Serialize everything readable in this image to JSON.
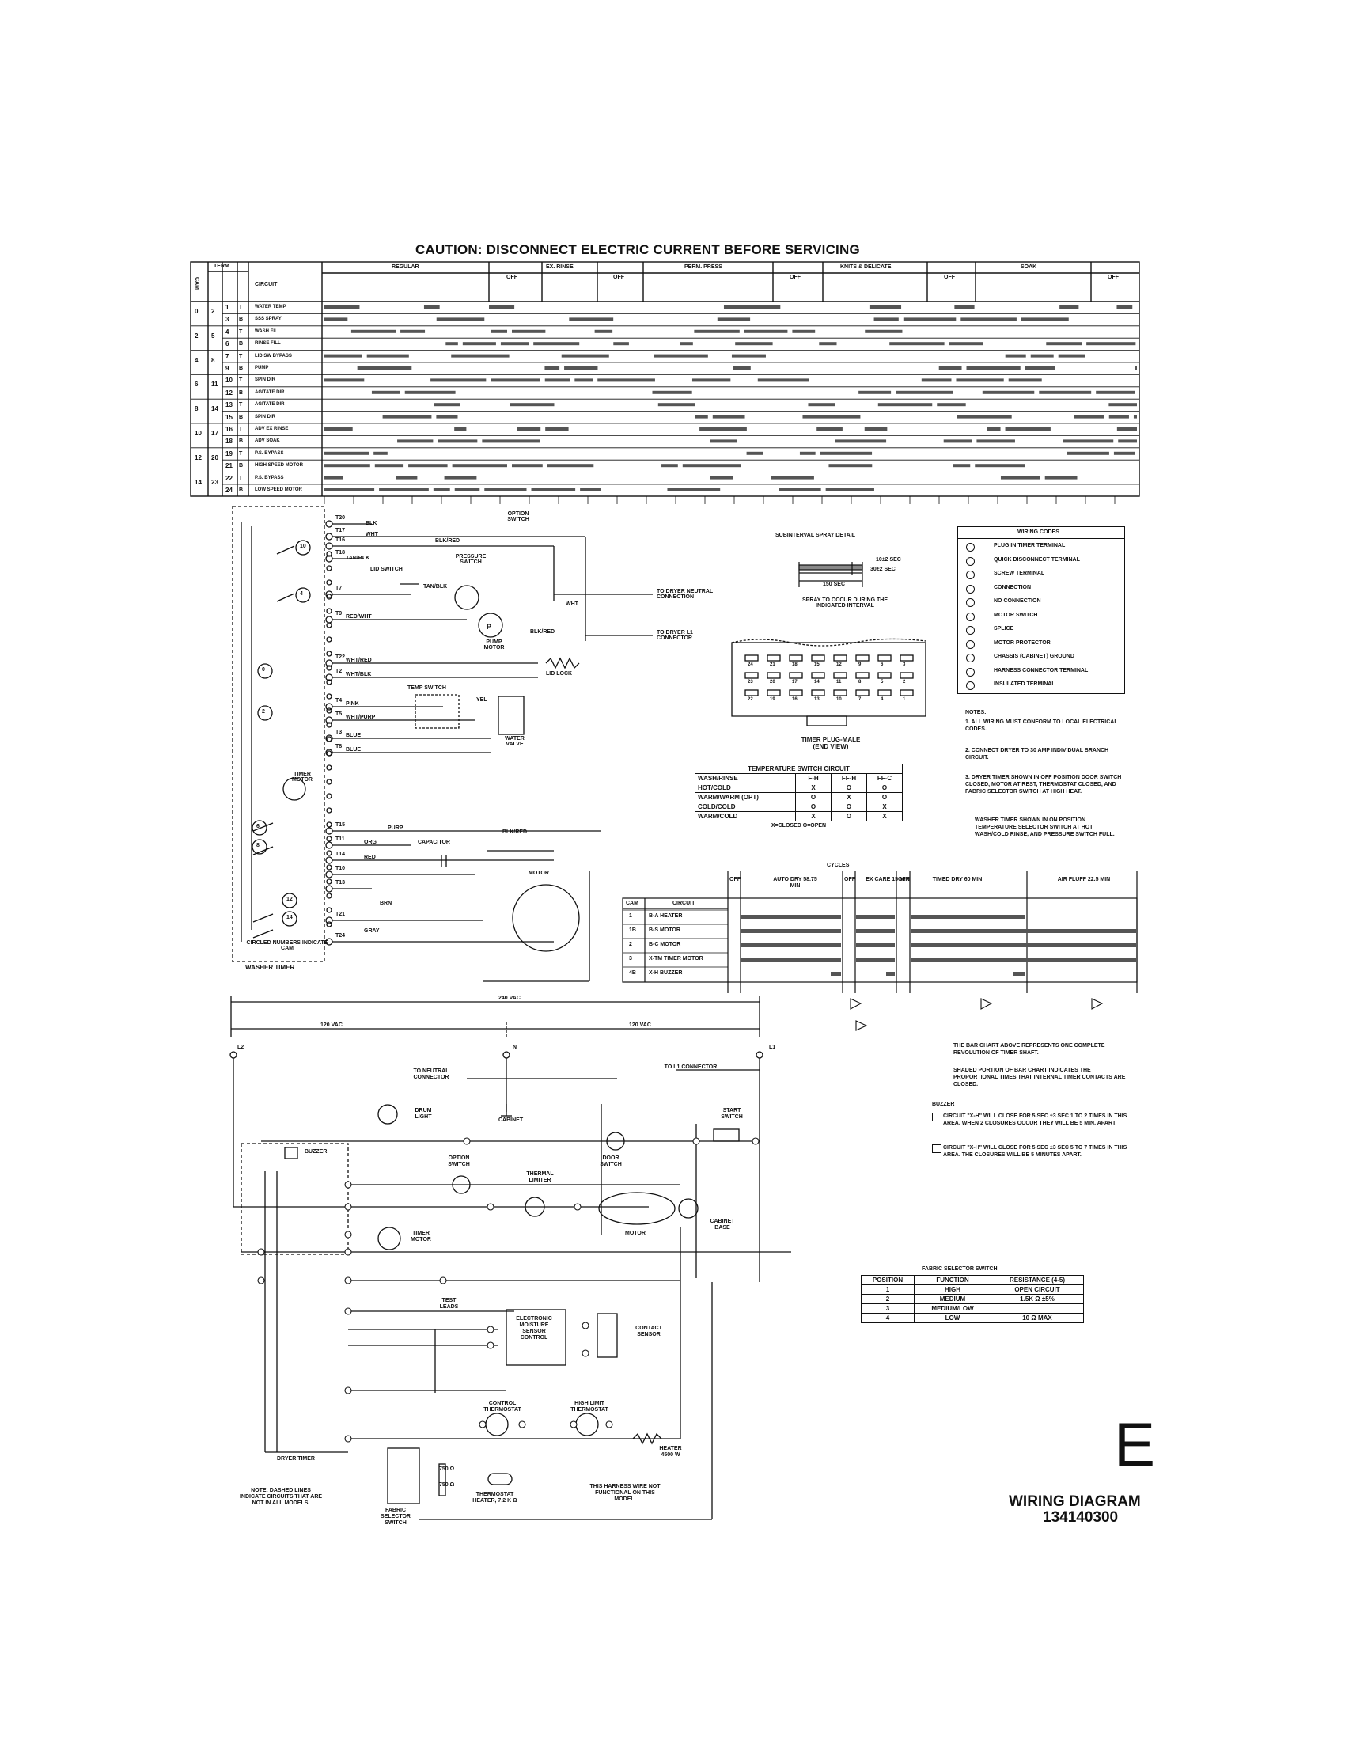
{
  "caution": "CAUTION: DISCONNECT ELECTRIC CURRENT BEFORE SERVICING",
  "washer_chart": {
    "header_term": "TERM",
    "header_cam": "CAM",
    "header_circuit": "CIRCUIT",
    "cycles": [
      "REGULAR",
      "OFF",
      "EX. RINSE",
      "OFF",
      "PERM. PRESS",
      "OFF",
      "KNITS & DELICATE",
      "OFF",
      "SOAK",
      "OFF"
    ],
    "rows": [
      {
        "cam": "0",
        "a": "2",
        "term": "1",
        "c": "T",
        "circuit": "WATER TEMP"
      },
      {
        "cam": "",
        "a": "",
        "term": "3",
        "c": "B",
        "circuit": "SSS SPRAY"
      },
      {
        "cam": "2",
        "a": "5",
        "term": "4",
        "c": "T",
        "circuit": "WASH FILL"
      },
      {
        "cam": "",
        "a": "",
        "term": "6",
        "c": "B",
        "circuit": "RINSE FILL"
      },
      {
        "cam": "4",
        "a": "8",
        "term": "7",
        "c": "T",
        "circuit": "LID SW BYPASS"
      },
      {
        "cam": "",
        "a": "",
        "term": "9",
        "c": "B",
        "circuit": "PUMP"
      },
      {
        "cam": "6",
        "a": "11",
        "term": "10",
        "c": "T",
        "circuit": "SPIN DIR"
      },
      {
        "cam": "",
        "a": "",
        "term": "12",
        "c": "B",
        "circuit": "AGITATE DIR"
      },
      {
        "cam": "8",
        "a": "14",
        "term": "13",
        "c": "T",
        "circuit": "AGITATE DIR"
      },
      {
        "cam": "",
        "a": "",
        "term": "15",
        "c": "B",
        "circuit": "SPIN DIR"
      },
      {
        "cam": "10",
        "a": "17",
        "term": "16",
        "c": "T",
        "circuit": "ADV EX RINSE"
      },
      {
        "cam": "",
        "a": "",
        "term": "18",
        "c": "B",
        "circuit": "ADV SOAK"
      },
      {
        "cam": "12",
        "a": "20",
        "term": "19",
        "c": "T",
        "circuit": "P.S. BYPASS"
      },
      {
        "cam": "",
        "a": "",
        "term": "21",
        "c": "B",
        "circuit": "HIGH SPEED MOTOR"
      },
      {
        "cam": "14",
        "a": "23",
        "term": "22",
        "c": "T",
        "circuit": "P.S. BYPASS"
      },
      {
        "cam": "",
        "a": "",
        "term": "24",
        "c": "B",
        "circuit": "LOW SPEED MOTOR"
      }
    ]
  },
  "washer_labels": {
    "terminals": [
      "T20",
      "T17",
      "T16",
      "T18",
      "T7",
      "T9",
      "T22",
      "T2",
      "T4",
      "T5",
      "T3",
      "T8",
      "T15",
      "T11",
      "T14",
      "T10",
      "T13",
      "T21",
      "T24"
    ],
    "cams": [
      "10",
      "4",
      "0",
      "2",
      "6",
      "8",
      "12",
      "14"
    ],
    "timer_motor": "TIMER MOTOR",
    "circled_note": "CIRCLED NUMBERS INDICATE CAM",
    "washer_timer": "WASHER TIMER",
    "option_switch": "OPTION SWITCH",
    "pressure_switch": "PRESSURE SWITCH",
    "lid_switch": "LID SWITCH",
    "pump_motor": "PUMP MOTOR",
    "lid_lock": "LID LOCK",
    "temp_switch": "TEMP SWITCH",
    "water_valve": "WATER VALVE",
    "capacitor": "CAPACITOR",
    "motor": "MOTOR",
    "to_neutral": "TO DRYER NEUTRAL CONNECTION",
    "to_l1": "TO DRYER L1 CONNECTOR",
    "wires": [
      "BLK",
      "WHT",
      "TAN/BLK",
      "TAN/BLK",
      "RED/WHT",
      "WHT/RED",
      "WHT/BLK",
      "PINK",
      "WHT/PURP",
      "BLUE",
      "BLUE",
      "PURP",
      "ORG",
      "RED",
      "BRN",
      "GRAY",
      "BLK/RED",
      "BLK/RED",
      "BLK/RED",
      "WHT",
      "YEL"
    ]
  },
  "spray_detail": {
    "title": "SUBINTERVAL SPRAY DETAIL",
    "t1": "10±2 SEC",
    "t2": "30±2 SEC",
    "t3": "150 SEC",
    "note": "SPRAY TO OCCUR DURING THE INDICATED INTERVAL"
  },
  "timer_plug": {
    "label": "TIMER PLUG-MALE (END VIEW)",
    "top_row": [
      "24",
      "21",
      "18",
      "15",
      "12",
      "9",
      "6",
      "3"
    ],
    "mid_row": [
      "23",
      "20",
      "17",
      "14",
      "11",
      "8",
      "5",
      "2"
    ],
    "bot_row": [
      "22",
      "19",
      "16",
      "13",
      "10",
      "7",
      "4",
      "1"
    ]
  },
  "wiring_codes": {
    "title": "WIRING CODES",
    "items": [
      "PLUG IN TIMER TERMINAL",
      "QUICK DISCONNECT TERMINAL",
      "SCREW TERMINAL",
      "CONNECTION",
      "NO CONNECTION",
      "MOTOR SWITCH",
      "SPLICE",
      "MOTOR PROTECTOR",
      "CHASSIS (CABINET) GROUND",
      "HARNESS CONNECTOR TERMINAL",
      "INSULATED TERMINAL"
    ]
  },
  "notes": {
    "title": "NOTES:",
    "n1": "1. ALL WIRING MUST CONFORM TO LOCAL ELECTRICAL CODES.",
    "n2": "2. CONNECT DRYER TO 30 AMP INDIVIDUAL BRANCH CIRCUIT.",
    "n3": "3. DRYER TIMER SHOWN IN OFF POSITION DOOR SWITCH CLOSED, MOTOR AT REST, THERMOSTAT CLOSED, AND FABRIC SELECTOR SWITCH AT HIGH HEAT.",
    "n4": "WASHER TIMER SHOWN IN ON POSITION TEMPERATURE SELECTOR SWITCH AT HOT WASH/COLD RINSE, AND PRESSURE SWITCH FULL."
  },
  "temp_table": {
    "title": "TEMPERATURE SWITCH CIRCUIT",
    "headers": [
      "WASH/RINSE",
      "F-H",
      "FF-H",
      "FF-C"
    ],
    "rows": [
      [
        "HOT/COLD",
        "X",
        "O",
        "O"
      ],
      [
        "WARM/WARM (OPT)",
        "O",
        "X",
        "O"
      ],
      [
        "COLD/COLD",
        "O",
        "O",
        "X"
      ],
      [
        "WARM/COLD",
        "X",
        "O",
        "X"
      ]
    ],
    "legend": "X=CLOSED  O=OPEN"
  },
  "dryer_chart": {
    "title": "CYCLES",
    "segments": [
      "OFF",
      "AUTO DRY 58.75 MIN",
      "OFF",
      "EX CARE 15 MIN",
      "OFF",
      "TIMED DRY 60 MIN",
      "AIR FLUFF 22.5 MIN"
    ],
    "headers": [
      "CAM",
      "CIRCUIT"
    ],
    "rows": [
      [
        "1",
        "B-A HEATER"
      ],
      [
        "1B",
        "B-S MOTOR"
      ],
      [
        "2",
        "B-C MOTOR"
      ],
      [
        "3",
        "X-TM TIMER MOTOR"
      ],
      [
        "4B",
        "X-H BUZZER"
      ]
    ]
  },
  "bar_notes": {
    "p1": "THE BAR CHART ABOVE REPRESENTS ONE COMPLETE REVOLUTION OF TIMER SHAFT.",
    "p2": "SHADED PORTION OF BAR CHART INDICATES THE PROPORTIONAL TIMES THAT INTERNAL TIMER CONTACTS ARE CLOSED.",
    "buzzer": "BUZZER",
    "a": "CIRCUIT \"X-H\" WILL CLOSE FOR 5 SEC ±3 SEC 1 TO 2 TIMES IN THIS AREA. WHEN 2 CLOSURES OCCUR THEY WILL BE 5 MIN. APART.",
    "b": "CIRCUIT \"X-H\" WILL CLOSE FOR 5 SEC ±3 SEC 5 TO 7 TIMES IN THIS AREA. THE CLOSURES WILL BE 5 MINUTES APART."
  },
  "fabric_table": {
    "title": "FABRIC SELECTOR SWITCH",
    "headers": [
      "POSITION",
      "FUNCTION",
      "RESISTANCE (4-5)"
    ],
    "rows": [
      [
        "1",
        "HIGH",
        "OPEN CIRCUIT"
      ],
      [
        "2",
        "MEDIUM",
        "1.5K Ω ±5%"
      ],
      [
        "3",
        "MEDIUM/LOW",
        ""
      ],
      [
        "4",
        "LOW",
        "10 Ω MAX"
      ]
    ]
  },
  "dryer_labels": {
    "v240": "240 VAC",
    "v120a": "120 VAC",
    "v120b": "120 VAC",
    "l1": "L1",
    "l2": "L2",
    "n": "N",
    "to_neutral": "TO NEUTRAL CONNECTOR",
    "to_l1": "TO L1 CONNECTOR",
    "cabinet": "CABINET",
    "drum_light": "DRUM LIGHT",
    "buzzer": "BUZZER",
    "option_switch": "OPTION SWITCH",
    "thermal_limiter": "THERMAL LIMITER",
    "door_switch": "DOOR SWITCH",
    "start_switch": "START SWITCH",
    "motor": "MOTOR",
    "cabinet_base": "CABINET BASE",
    "timer_motor": "TIMER MOTOR",
    "test_leads": "TEST LEADS",
    "emsc": "ELECTRONIC MOISTURE SENSOR CONTROL",
    "contact_sensor": "CONTACT SENSOR",
    "control_thermostat": "CONTROL THERMOSTAT",
    "high_limit": "HIGH LIMIT THERMOSTAT",
    "heater": "HEATER 4500 W",
    "harness_note": "THIS HARNESS WIRE NOT FUNCTIONAL ON THIS MODEL.",
    "thermostat_heater": "THERMOSTAT HEATER, 7.2 K Ω",
    "fabric_switch": "FABRIC SELECTOR SWITCH",
    "dryer_timer": "DRYER TIMER",
    "note": "NOTE: DASHED LINES INDICATE CIRCUITS THAT ARE NOT IN ALL MODELS.",
    "r750a": "750 Ω",
    "r750b": "750 Ω"
  },
  "page_letter": "E",
  "diagram_title": "WIRING DIAGRAM",
  "diagram_number": "134140300"
}
